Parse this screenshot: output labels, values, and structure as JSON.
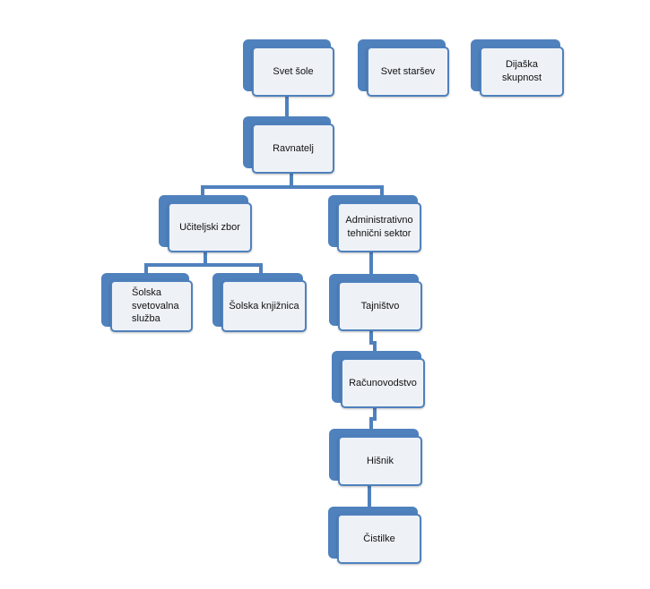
{
  "colors": {
    "accent": "#4f81bd",
    "card_fill": "#eef2f7",
    "text": "#111111"
  },
  "nodes": {
    "svet_sole": "Svet šole",
    "svet_starsev": "Svet staršev",
    "dijaska_skupnost": "Dijaška skupnost",
    "ravnatelj": "Ravnatelj",
    "uciteljski_zbor": "Učiteljski zbor",
    "administrativno": "Administrativno tehnični sektor",
    "solska_svetovalna": "Šolska svetovalna služba",
    "solska_knjiznica": "Šolska knjižnica",
    "tajnistvo": "Tajništvo",
    "racunovodstvo": "Računovodstvo",
    "hisnik": "Hišnik",
    "cistilke": "Čistilke"
  }
}
